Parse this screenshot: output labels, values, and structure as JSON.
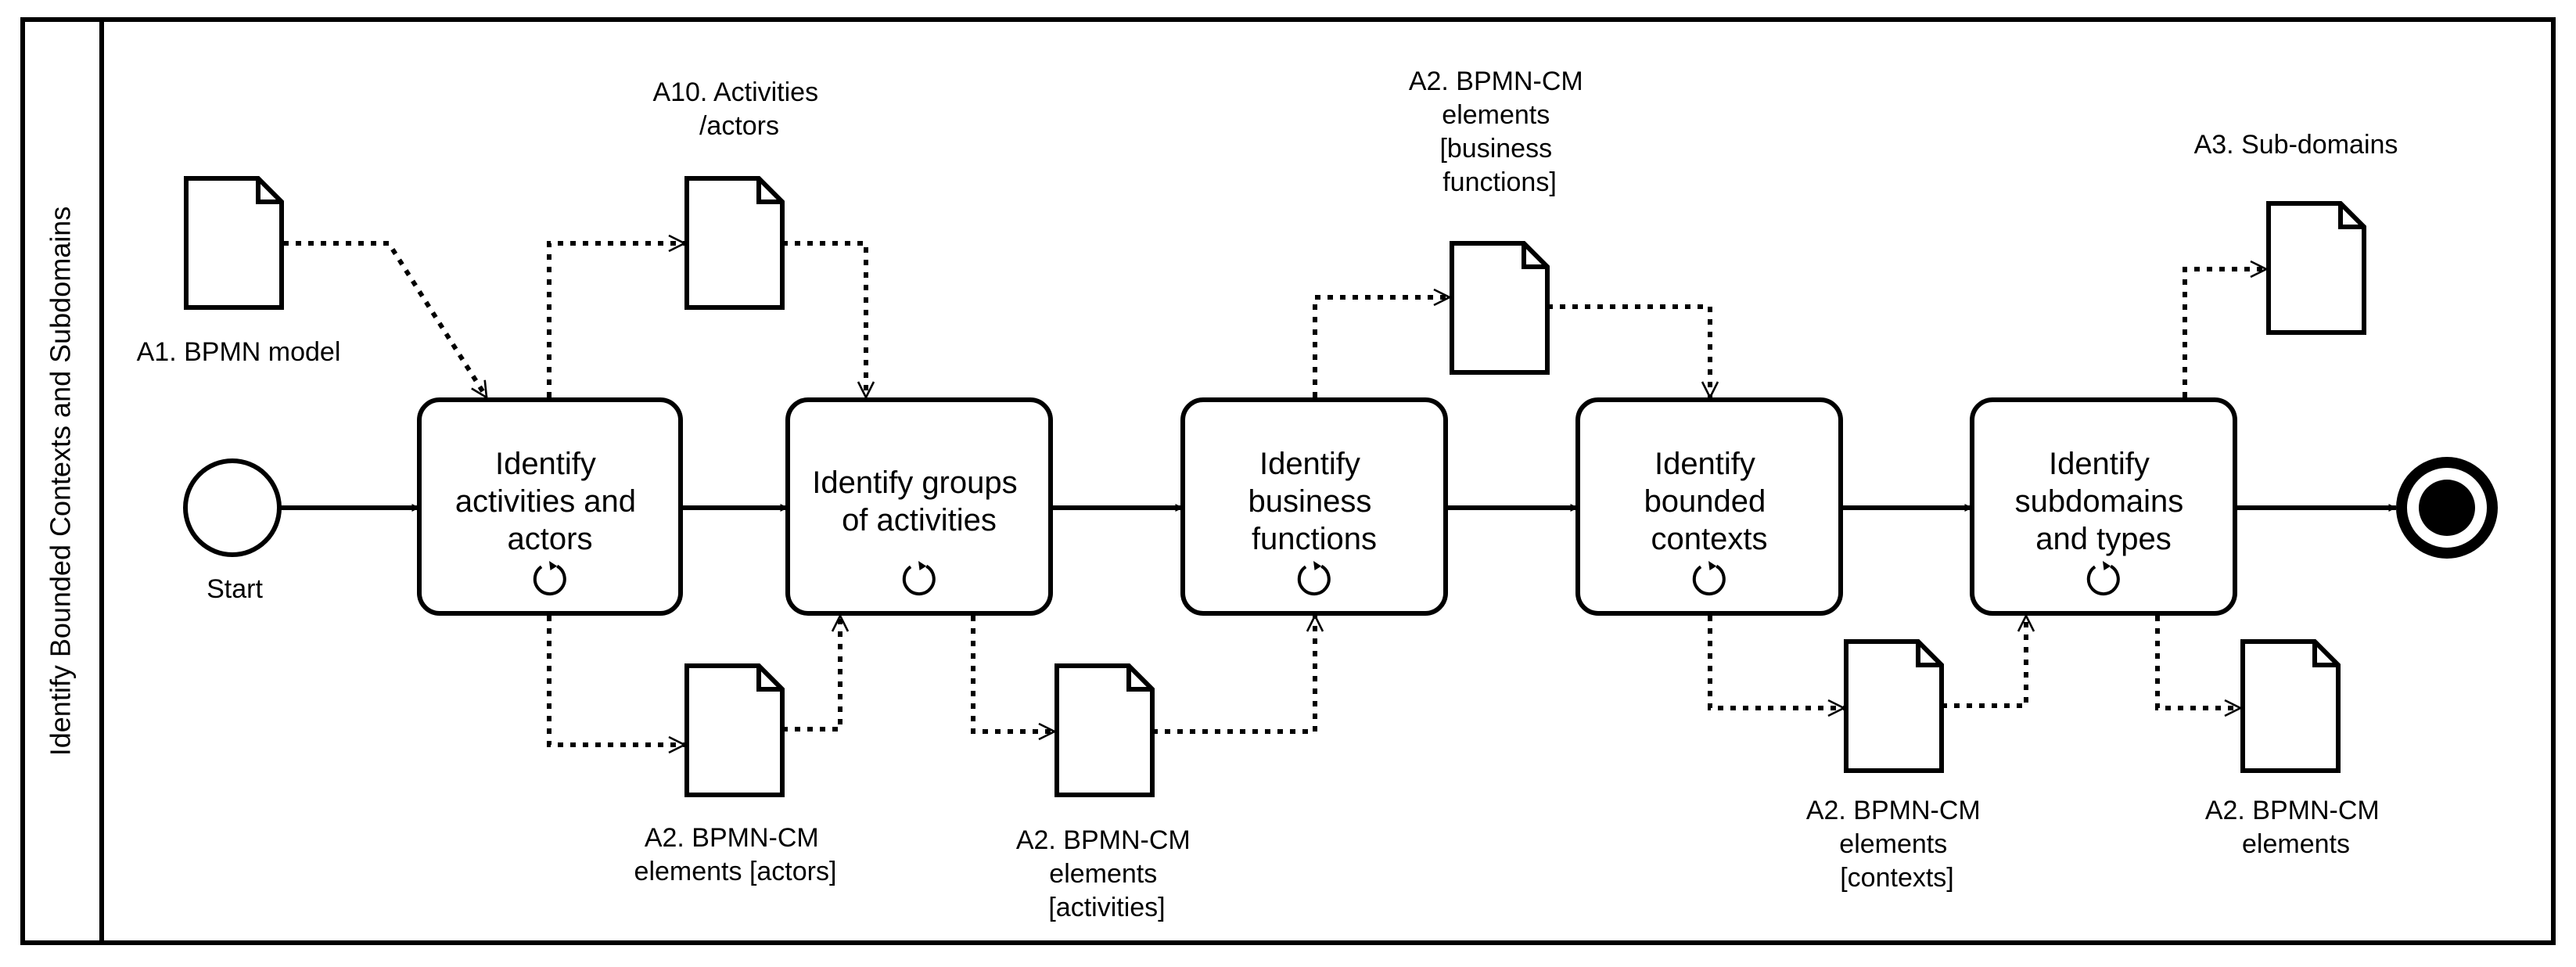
{
  "pool": {
    "label": "Identify Bounded Contexts and Subdomains"
  },
  "events": {
    "start": {
      "label": "Start"
    },
    "end": {
      "label": ""
    }
  },
  "tasks": [
    {
      "id": "t1",
      "lines": [
        "Identify",
        "activities and",
        "actors"
      ]
    },
    {
      "id": "t2",
      "lines": [
        "Identify groups",
        "of activities"
      ]
    },
    {
      "id": "t3",
      "lines": [
        "Identify",
        "business",
        "functions"
      ]
    },
    {
      "id": "t4",
      "lines": [
        "Identify",
        "bounded",
        "contexts"
      ]
    },
    {
      "id": "t5",
      "lines": [
        "Identify",
        "subdomains",
        "and types"
      ]
    }
  ],
  "artifacts": [
    {
      "id": "a1",
      "lines": [
        "A1. BPMN model"
      ]
    },
    {
      "id": "a10",
      "lines": [
        "A10. Activities",
        "/actors"
      ]
    },
    {
      "id": "a2actors",
      "lines": [
        "A2. BPMN-CM",
        "elements [actors]"
      ]
    },
    {
      "id": "a2activities",
      "lines": [
        "A2. BPMN-CM",
        "elements",
        "[activities]"
      ]
    },
    {
      "id": "a2business",
      "lines": [
        "A2. BPMN-CM",
        "elements",
        "[business",
        "functions]"
      ]
    },
    {
      "id": "a2contexts",
      "lines": [
        "A2. BPMN-CM",
        "elements",
        "[contexts]"
      ]
    },
    {
      "id": "a3",
      "lines": [
        "A3. Sub-domains"
      ]
    },
    {
      "id": "a2elements",
      "lines": [
        "A2. BPMN-CM",
        "elements"
      ]
    }
  ],
  "colors": {
    "stroke": "#000000",
    "background": "#ffffff"
  }
}
